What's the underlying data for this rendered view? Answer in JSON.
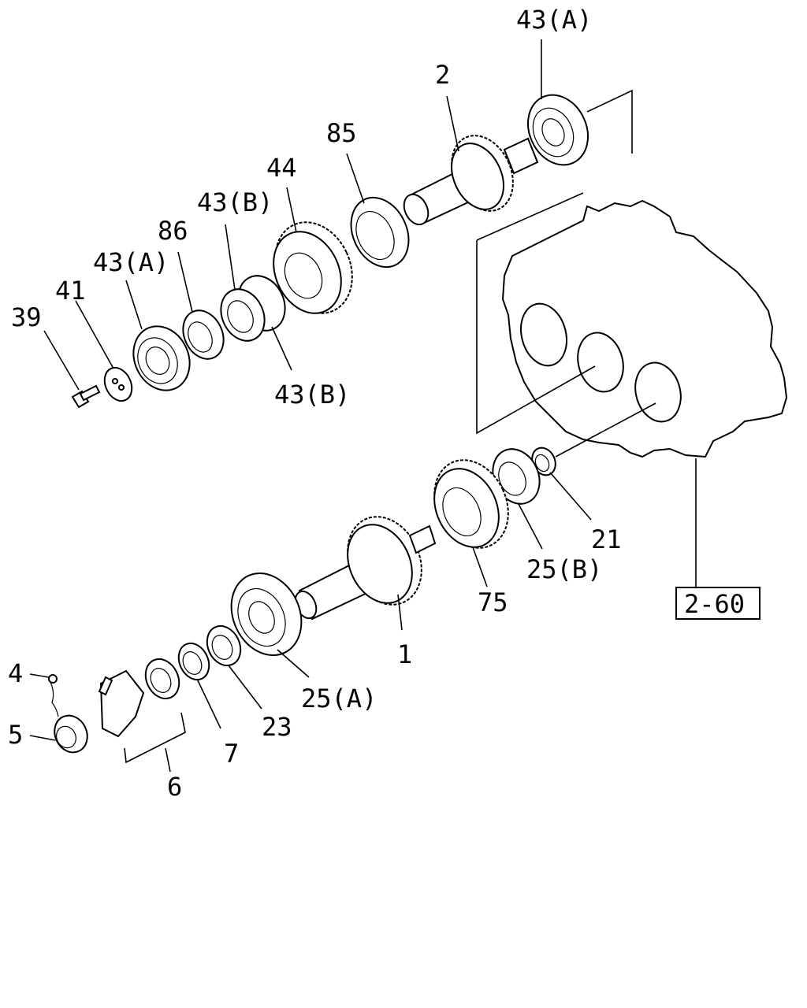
{
  "labels": {
    "p43a_top": "43(A)",
    "p2": "2",
    "p85": "85",
    "p44": "44",
    "p43b_top": "43(B)",
    "p86": "86",
    "p43a_left": "43(A)",
    "p41": "41",
    "p39": "39",
    "p43b_bottom": "43(B)",
    "p21": "21",
    "p25b": "25(B)",
    "p75": "75",
    "p1": "1",
    "p25a": "25(A)",
    "p23": "23",
    "p7": "7",
    "p4": "4",
    "p5": "5",
    "p6": "6"
  },
  "reference": "2-60"
}
